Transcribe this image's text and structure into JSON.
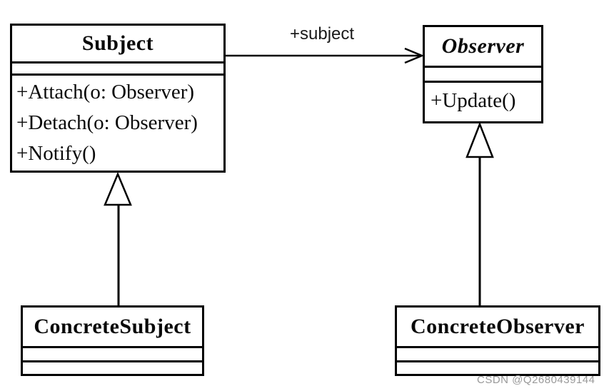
{
  "colors": {
    "line": "#000000",
    "background": "#ffffff",
    "watermark": "#999999"
  },
  "classes": {
    "subject": {
      "name": "Subject",
      "operations": [
        "+Attach(o: Observer)",
        "+Detach(o: Observer)",
        "+Notify()"
      ]
    },
    "observer": {
      "name": "Observer",
      "operations": [
        "+Update()"
      ]
    },
    "concrete_subject": {
      "name": "ConcreteSubject"
    },
    "concrete_observer": {
      "name": "ConcreteObserver"
    }
  },
  "relations": {
    "association_label": "+subject"
  },
  "watermark": "CSDN @Q2680439144"
}
